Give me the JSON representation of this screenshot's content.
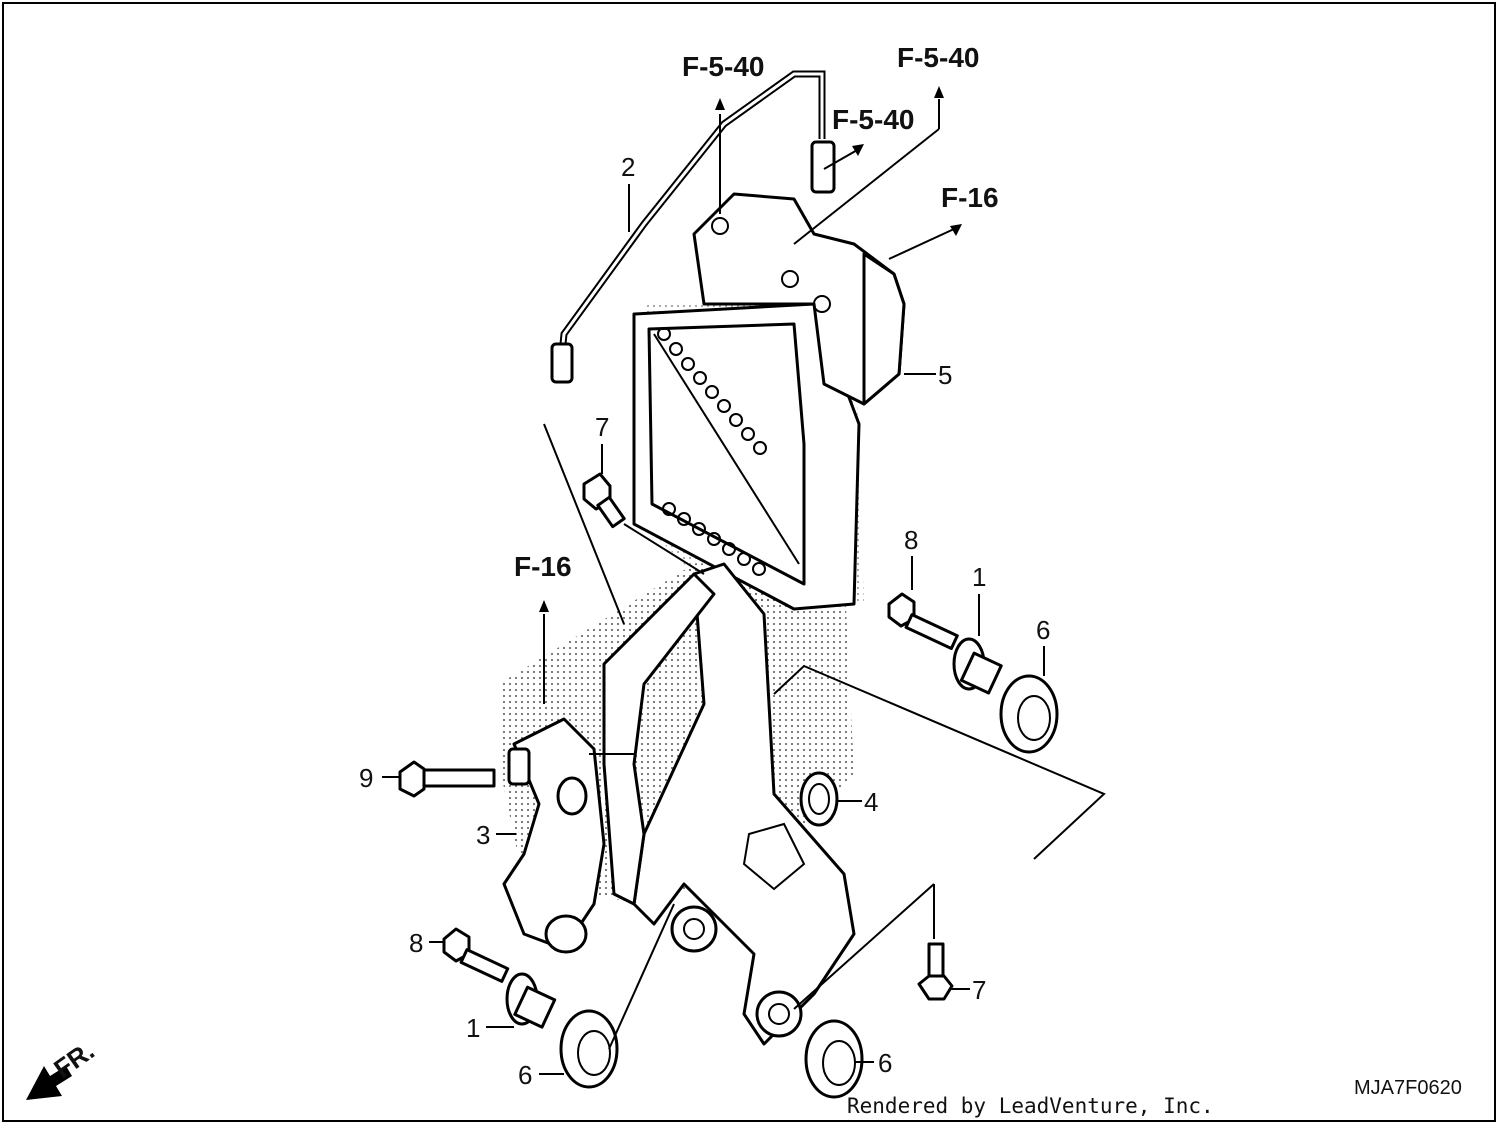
{
  "references": {
    "f540_top_left": "F-5-40",
    "f540_top_right": "F-5-40",
    "f540_middle": "F-5-40",
    "f16_right": "F-16",
    "f16_left": "F-16"
  },
  "callouts": {
    "c1_upper": "1",
    "c1_lower": "1",
    "c2": "2",
    "c3": "3",
    "c4": "4",
    "c5": "5",
    "c6_upper": "6",
    "c6_lower_left": "6",
    "c6_lower_right": "6",
    "c7_upper": "7",
    "c7_lower": "7",
    "c8_upper": "8",
    "c8_lower": "8",
    "c9": "9"
  },
  "front_indicator": "FR.",
  "diagram_code": "MJA7F0620",
  "credit": "Rendered by LeadVenture, Inc."
}
